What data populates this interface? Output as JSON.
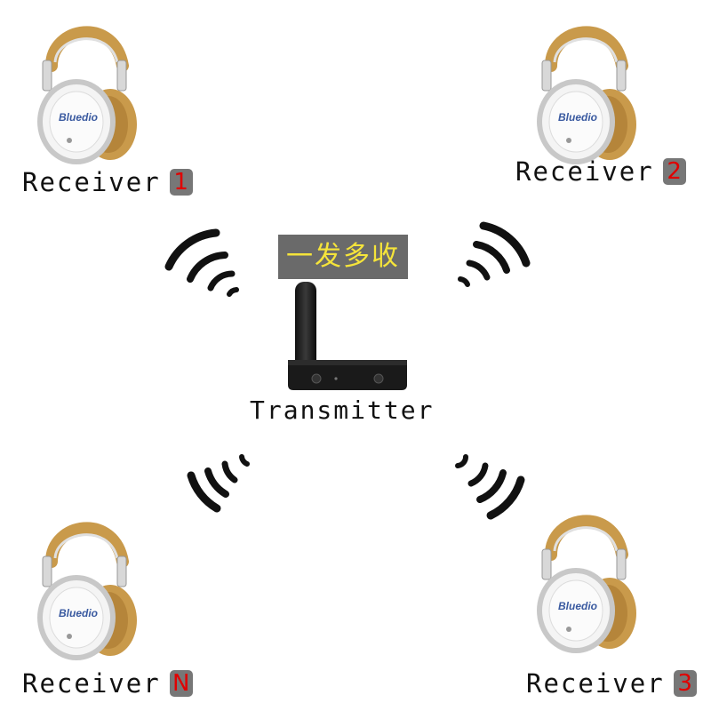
{
  "center": {
    "tag_text": "一发多收",
    "device_label": "Transmitter"
  },
  "headphone_brand": "Bluedio",
  "receivers": [
    {
      "label": "Receiver",
      "badge": "1"
    },
    {
      "label": "Receiver",
      "badge": "2"
    },
    {
      "label": "Receiver",
      "badge": "N"
    },
    {
      "label": "Receiver",
      "badge": "3"
    }
  ],
  "colors": {
    "badge_bg": "#777777",
    "badge_text": "#e00000",
    "tag_bg": "#6a6a6a",
    "tag_text": "#f5e43a",
    "leather": "#c99a4b"
  }
}
